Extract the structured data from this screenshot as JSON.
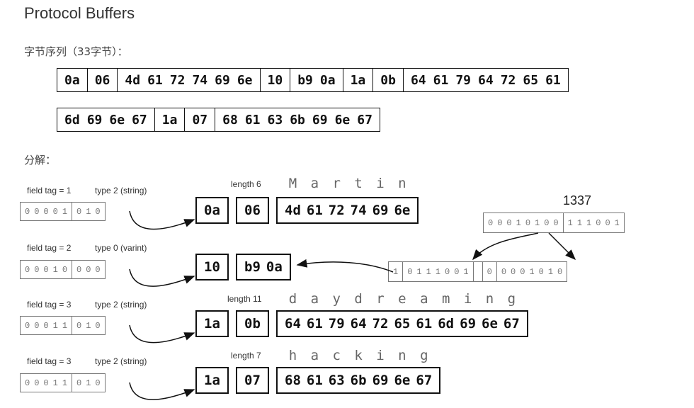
{
  "title": "Protocol Buffers",
  "sequence_label": "字节序列（33字节）：",
  "decompose_label": "分解：",
  "sequence": {
    "row1": [
      [
        "0a"
      ],
      [
        "06"
      ],
      [
        "4d",
        "61",
        "72",
        "74",
        "69",
        "6e"
      ],
      [
        "10"
      ],
      [
        "b9",
        "0a"
      ],
      [
        "1a"
      ],
      [
        "0b"
      ],
      [
        "64",
        "61",
        "79",
        "64",
        "72",
        "65",
        "61"
      ]
    ],
    "row2": [
      [
        "6d",
        "69",
        "6e",
        "67"
      ],
      [
        "1a"
      ],
      [
        "07"
      ],
      [
        "68",
        "61",
        "63",
        "6b",
        "69",
        "6e",
        "67"
      ]
    ]
  },
  "fields": [
    {
      "tag_label": "field tag = 1",
      "type_label": "type 2 (string)",
      "bits": [
        [
          "0",
          "0",
          "0",
          "0",
          "1"
        ],
        [
          "0",
          "1",
          "0"
        ]
      ],
      "tag_byte": "0a",
      "length_label": "length 6",
      "length_byte": "06",
      "letters": [
        "M",
        "a",
        "r",
        "t",
        "i",
        "n"
      ],
      "value_bytes": [
        "4d",
        "61",
        "72",
        "74",
        "69",
        "6e"
      ]
    },
    {
      "tag_label": "field tag = 2",
      "type_label": "type 0 (varint)",
      "bits": [
        [
          "0",
          "0",
          "0",
          "1",
          "0"
        ],
        [
          "0",
          "0",
          "0"
        ]
      ],
      "tag_byte": "10",
      "value_bytes": [
        "b9",
        "0a"
      ]
    },
    {
      "tag_label": "field tag = 3",
      "type_label": "type 2 (string)",
      "bits": [
        [
          "0",
          "0",
          "0",
          "1",
          "1"
        ],
        [
          "0",
          "1",
          "0"
        ]
      ],
      "tag_byte": "1a",
      "length_label": "length 11",
      "length_byte": "0b",
      "letters": [
        "d",
        "a",
        "y",
        "d",
        "r",
        "e",
        "a",
        "m",
        "i",
        "n",
        "g"
      ],
      "value_bytes": [
        "64",
        "61",
        "79",
        "64",
        "72",
        "65",
        "61",
        "6d",
        "69",
        "6e",
        "67"
      ]
    },
    {
      "tag_label": "field tag = 3",
      "type_label": "type 2 (string)",
      "bits": [
        [
          "0",
          "0",
          "0",
          "1",
          "1"
        ],
        [
          "0",
          "1",
          "0"
        ]
      ],
      "tag_byte": "1a",
      "length_label": "length 7",
      "length_byte": "07",
      "letters": [
        "h",
        "a",
        "c",
        "k",
        "i",
        "n",
        "g"
      ],
      "value_bytes": [
        "68",
        "61",
        "63",
        "6b",
        "69",
        "6e",
        "67"
      ]
    }
  ],
  "varint": {
    "number": "1337",
    "binary_groups": [
      [
        "0",
        "0",
        "0",
        "1",
        "0",
        "1",
        "0",
        "0"
      ],
      [
        "1",
        "1",
        "1",
        "0",
        "0",
        "1"
      ]
    ],
    "encoded_groups": [
      [
        "1"
      ],
      [
        "0",
        "1",
        "1",
        "1",
        "0",
        "0",
        "1"
      ],
      [],
      [
        "0"
      ],
      [
        "0",
        "0",
        "0",
        "1",
        "0",
        "1",
        "0"
      ]
    ]
  }
}
